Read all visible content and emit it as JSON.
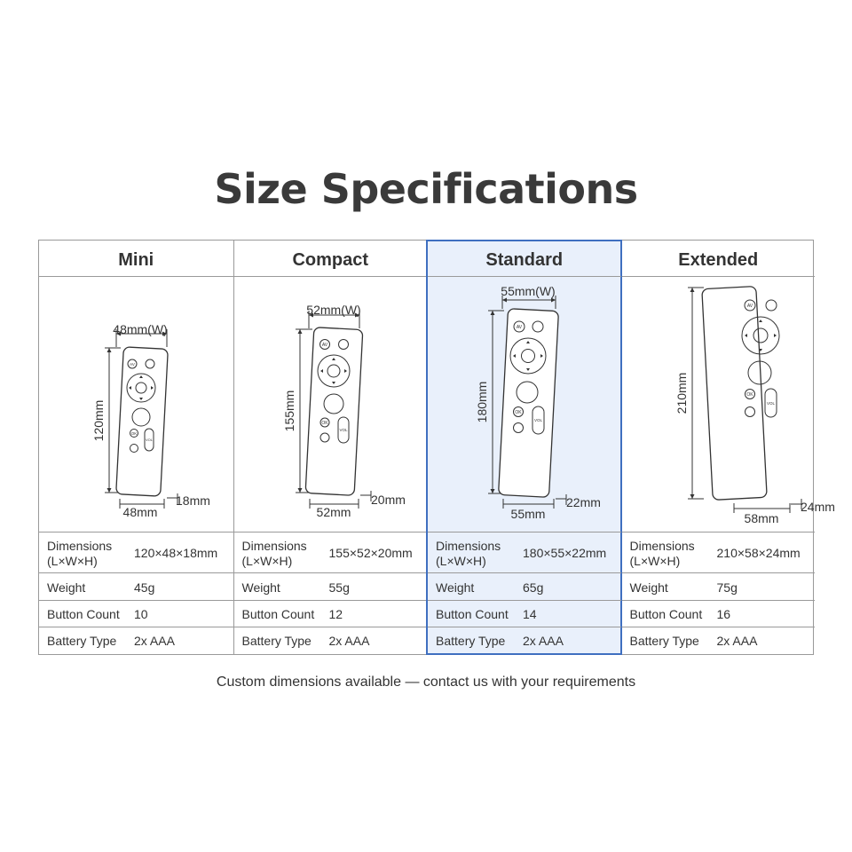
{
  "title": "Size Specifications",
  "footnote": "Custom dimensions available — contact us with your requirements",
  "accent": "#3f6fc0",
  "highlight_bg": "#e9f0fb",
  "row_labels": {
    "dimensions": "Dimensions (L×W×H)",
    "weight": "Weight",
    "button_count": "Button Count",
    "battery_type": "Battery Type"
  },
  "remote_buttons": {
    "av": "AV",
    "ok": "OK",
    "vol": "VOL",
    "plus": "+",
    "minus": "−"
  },
  "models": [
    {
      "name": "Mini",
      "width_label": "48mm(W)",
      "length_label": "120mm",
      "bottom_width_label": "48mm",
      "depth_label": "18mm",
      "dimensions": "120×48×18mm",
      "weight": "45g",
      "button_count": "10",
      "battery_type": "2x AAA"
    },
    {
      "name": "Compact",
      "width_label": "52mm(W)",
      "length_label": "155mm",
      "bottom_width_label": "52mm",
      "depth_label": "20mm",
      "dimensions": "155×52×20mm",
      "weight": "55g",
      "button_count": "12",
      "battery_type": "2x AAA"
    },
    {
      "name": "Standard",
      "highlighted": true,
      "width_label": "55mm(W)",
      "length_label": "180mm",
      "bottom_width_label": "55mm",
      "depth_label": "22mm",
      "dimensions": "180×55×22mm",
      "weight": "65g",
      "button_count": "14",
      "battery_type": "2x AAA"
    },
    {
      "name": "Extended",
      "length_label": "210mm",
      "bottom_width_label": "58mm",
      "depth_label": "24mm",
      "dimensions": "210×58×24mm",
      "weight": "75g",
      "button_count": "16",
      "battery_type": "2x AAA"
    }
  ]
}
